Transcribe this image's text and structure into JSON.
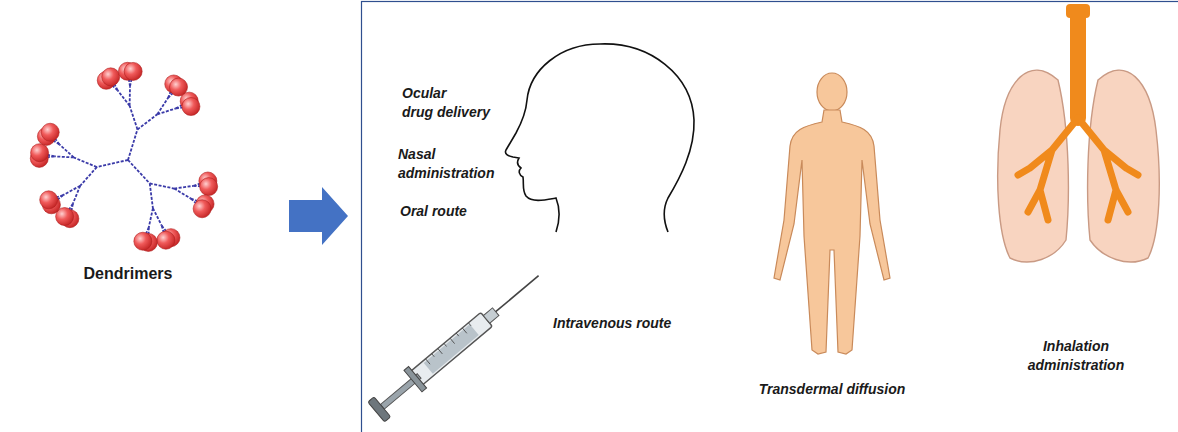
{
  "diagram": {
    "labels": [
      "Dendrimers",
      "Ocular drug delivery",
      "Nasal administration",
      "Oral route",
      "Intravenous route",
      "Transdermal diffusion",
      "Inhalation administration"
    ]
  }
}
